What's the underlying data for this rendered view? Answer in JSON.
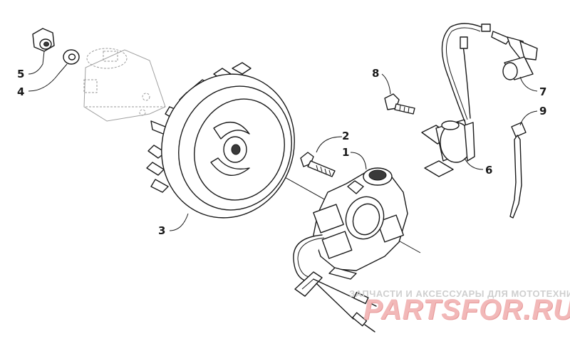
{
  "callouts": [
    {
      "id": "1",
      "label": "1"
    },
    {
      "id": "2",
      "label": "2"
    },
    {
      "id": "3",
      "label": "3"
    },
    {
      "id": "4",
      "label": "4"
    },
    {
      "id": "5",
      "label": "5"
    },
    {
      "id": "6",
      "label": "6"
    },
    {
      "id": "7",
      "label": "7"
    },
    {
      "id": "8",
      "label": "8"
    },
    {
      "id": "9",
      "label": "9"
    }
  ],
  "watermark": {
    "caption": "ЗАПЧАСТИ И АКСЕССУАРЫ ДЛЯ МОТОТЕХНИКИ",
    "logo": "PARTSFOR.RU"
  },
  "colors": {
    "line": "#1a1a1a",
    "watermark_text": "#cfcfcf",
    "watermark_logo": "#f2b8b8"
  }
}
